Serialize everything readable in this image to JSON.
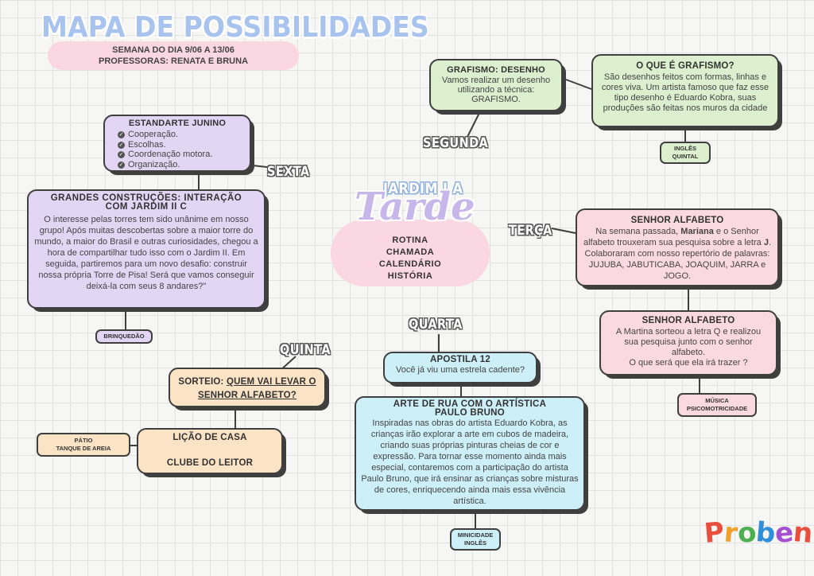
{
  "header": {
    "title": "MAPA DE POSSIBILIDADES",
    "week": "SEMANA DO DIA 9/06 A 13/06",
    "teachers": "PROFESSORAS: RENATA E BRUNA"
  },
  "center": {
    "class": "JARDIM I A",
    "shift": "Tarde",
    "routine": [
      "ROTINA",
      "CHAMADA",
      "CALENDÁRIO",
      "HISTÓRIA"
    ]
  },
  "days": {
    "monday": "SEGUNDA",
    "tuesday": "TERÇA",
    "wednesday": "QUARTA",
    "thursday": "QUINTA",
    "friday": "SEXTA"
  },
  "monday": {
    "card1_title": "GRAFISMO: DESENHO",
    "card1_text": "Vamos realizar um desenho utilizando a técnica: GRAFISMO.",
    "card2_title": "O QUE É GRAFISMO?",
    "card2_text": "São desenhos feitos com formas, linhas e cores viva. Um artista famoso que faz esse tipo desenho é Eduardo Kobra, suas produções são feitas nos muros da cidade",
    "tag_line1": "INGLÊS",
    "tag_line2": "QUINTAL"
  },
  "tuesday": {
    "card1_title": "SENHOR ALFABETO",
    "card1_text_a": "Na semana passada, ",
    "card1_name": "Mariana",
    "card1_text_b": " e o Senhor alfabeto trouxeram sua pesquisa sobre a letra ",
    "card1_letter": "J",
    "card1_text_c": ". Colaboraram com nosso repertório de palavras: JUJUBA, JABUTICABA, JOAQUIM, JARRA e JOGO.",
    "card2_title": "SENHOR ALFABETO",
    "card2_text": "A Martina sorteou a letra Q e realizou sua pesquisa junto com o senhor alfabeto.",
    "card2_question": "O que será que ela irá trazer ?",
    "tag_line1": "MÚSICA",
    "tag_line2": "PSICOMOTRICIDADE"
  },
  "wednesday": {
    "card1_title": "APOSTILA 12",
    "card1_text": "Você já viu uma estrela cadente?",
    "card2_title_line1": "ARTE DE RUA  COM O ARTÍSTICA",
    "card2_title_line2": "PAULO BRUNO",
    "card2_text": "Inspiradas nas obras do artista Eduardo Kobra, as crianças irão explorar a arte em cubos de madeira, criando suas próprias pinturas cheias de cor e expressão. Para tornar esse momento ainda mais especial, contaremos com a participação do artista Paulo Bruno, que irá ensinar as crianças sobre misturas de cores, enriquecendo ainda mais essa vivência artística.",
    "tag_line1": "MINICIDADE",
    "tag_line2": "INGLÊS"
  },
  "thursday": {
    "card1_text_a": "SORTEIO: ",
    "card1_text_b": "QUEM VAI LEVAR O SENHOR ALFABETO?",
    "card2_line1": "LIÇÃO DE CASA",
    "card2_line2": "CLUBE DO LEITOR",
    "tag_line1": "PÁTIO",
    "tag_line2": "TANQUE DE AREIA"
  },
  "friday": {
    "card1_title": "ESTANDARTE JUNINO",
    "card1_items": [
      "Cooperação.",
      "Escolhas.",
      "Coordenação motora.",
      "Organização."
    ],
    "card2_title_line1": "GRANDES CONSTRUÇÕES: INTERAÇÃO",
    "card2_title_line2": "COM JARDIM II C",
    "card2_text": "O interesse pelas torres tem sido unânime em nosso grupo! Após muitas descobertas sobre a maior torre do mundo, a maior do Brasil e outras curiosidades, chegou a hora de compartilhar tudo isso com o Jardim II. Em seguida, partiremos para um novo desafio: construir nossa própria Torre de Pisa! Será que vamos conseguir deixá-la com seus 8 andares?\"",
    "tag": "BRINQUEDÃO"
  },
  "brand": {
    "name": "Proben",
    "letters": [
      "P",
      "r",
      "o",
      "b",
      "e",
      "n"
    ],
    "colors": [
      "#e94e3d",
      "#f3a02b",
      "#4caf50",
      "#2f8fd8",
      "#a44fd1",
      "#e94e3d"
    ]
  },
  "colors": {
    "green": "#dcefce",
    "purple": "#e3d6f5",
    "pink": "#fbd9e3",
    "blue": "#cdeff7",
    "orange": "#fbe3c6"
  }
}
